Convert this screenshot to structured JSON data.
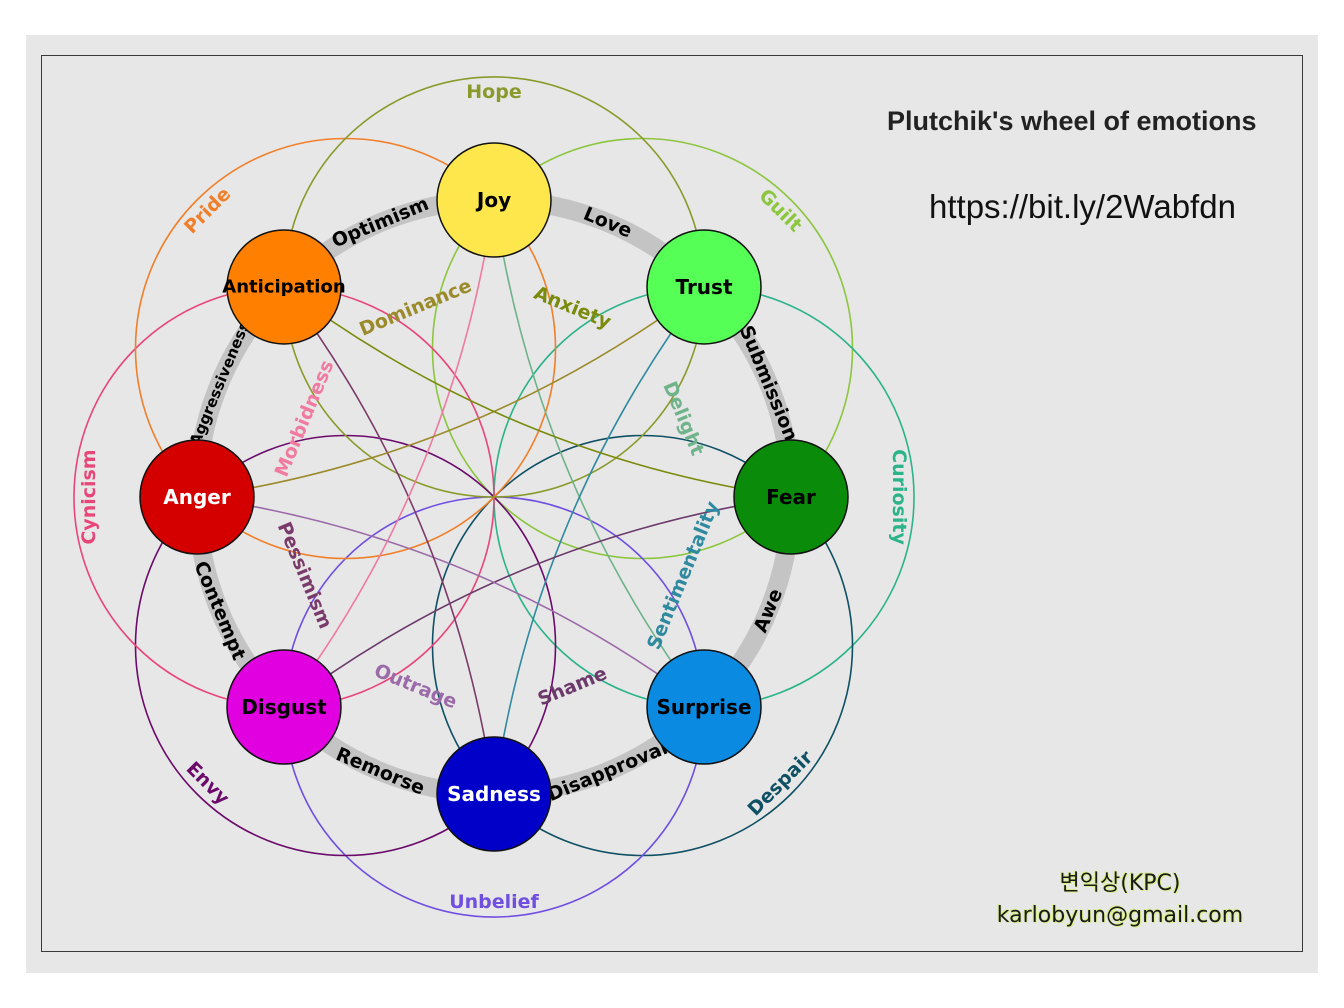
{
  "header": {
    "title": "Plutchik's wheel of emotions",
    "url": "https://bit.ly/2Wabfdn"
  },
  "footer": {
    "author": "변익상(KPC)",
    "email": "karlobyun@gmail.com"
  },
  "wheel": {
    "primary": [
      {
        "label": "Joy",
        "color": "#fde74c",
        "text_color": "#000000"
      },
      {
        "label": "Trust",
        "color": "#55ff55",
        "text_color": "#000000"
      },
      {
        "label": "Fear",
        "color": "#0a8c0a",
        "text_color": "#000000"
      },
      {
        "label": "Surprise",
        "color": "#0a8ae0",
        "text_color": "#000000"
      },
      {
        "label": "Sadness",
        "color": "#0000c8",
        "text_color": "#ffffff"
      },
      {
        "label": "Disgust",
        "color": "#e000e0",
        "text_color": "#000000"
      },
      {
        "label": "Anger",
        "color": "#d40000",
        "text_color": "#ffffff"
      },
      {
        "label": "Anticipation",
        "color": "#ff7f00",
        "text_color": "#000000"
      }
    ],
    "primary_dyads": [
      "Love",
      "Submission",
      "Awe",
      "Disapproval",
      "Remorse",
      "Contempt",
      "Aggressiveness",
      "Optimism"
    ],
    "secondary_dyads": [
      {
        "label": "Guilt",
        "color": "#8cc63f"
      },
      {
        "label": "Curiosity",
        "color": "#2bb38a"
      },
      {
        "label": "Despair",
        "color": "#0f5064"
      },
      {
        "label": "Unbelief",
        "color": "#6f4ee0"
      },
      {
        "label": "Envy",
        "color": "#6b0a6b"
      },
      {
        "label": "Cynicism",
        "color": "#e8457a"
      },
      {
        "label": "Pride",
        "color": "#f07f2a"
      },
      {
        "label": "Hope",
        "color": "#8a9a2a"
      }
    ],
    "tertiary_dyads": [
      {
        "label": "Delight",
        "color": "#6fb38a"
      },
      {
        "label": "Sentimentality",
        "color": "#2f8aa0"
      },
      {
        "label": "Shame",
        "color": "#6b3a6b"
      },
      {
        "label": "Outrage",
        "color": "#9b6aa8"
      },
      {
        "label": "Pessimism",
        "color": "#7a3a6a"
      },
      {
        "label": "Morbidness",
        "color": "#f07aa0"
      },
      {
        "label": "Dominance",
        "color": "#9b8a2a"
      },
      {
        "label": "Anxiety",
        "color": "#7a8a0a"
      }
    ]
  }
}
